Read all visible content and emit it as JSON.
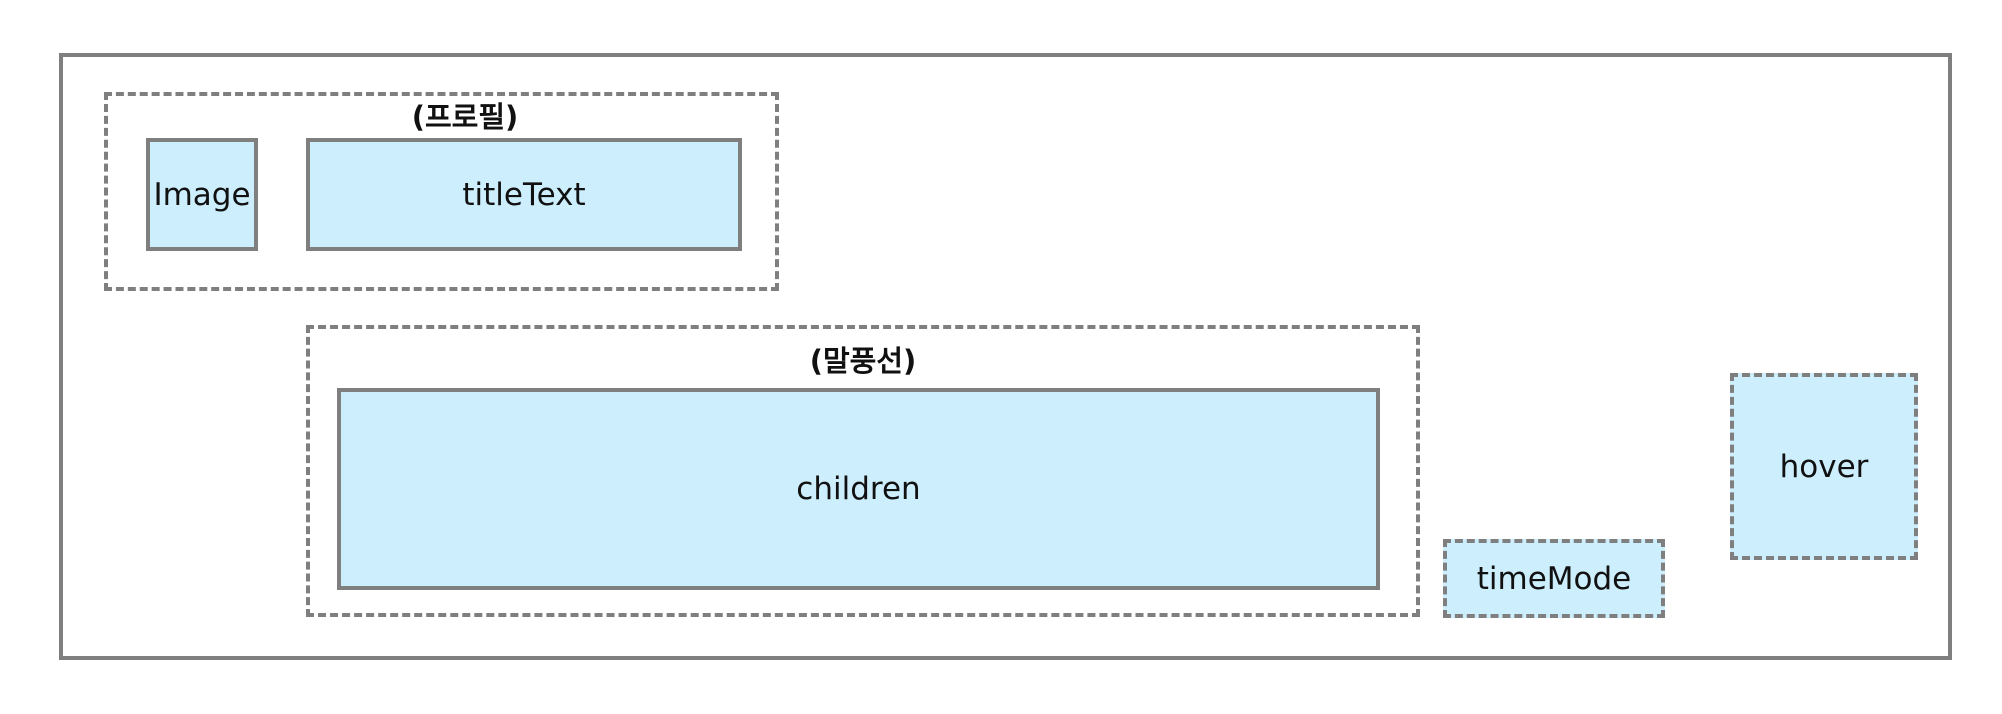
{
  "diagram": {
    "profile_group": {
      "label": "(프로필)",
      "image_box": "Image",
      "title_box": "titleText"
    },
    "bubble_group": {
      "label": "(말풍선)",
      "children_box": "children"
    },
    "time_mode_box": "timeMode",
    "hover_box": "hover"
  }
}
